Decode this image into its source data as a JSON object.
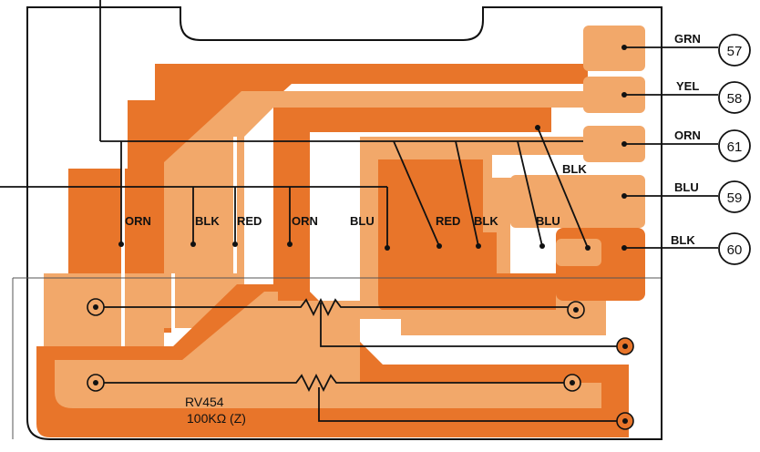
{
  "colors": {
    "trace_dark": "#e8752a",
    "trace_light": "#f2a86a",
    "gap": "#ffffff",
    "ink": "#111111"
  },
  "connectors": [
    {
      "wire": "GRN",
      "number": "57"
    },
    {
      "wire": "YEL",
      "number": "58"
    },
    {
      "wire": "ORN",
      "number": "61"
    },
    {
      "wire": "BLU",
      "number": "59"
    },
    {
      "wire": "BLK",
      "number": "60"
    }
  ],
  "upper_blk_label": "BLK",
  "left_terminals": [
    "ORN",
    "BLK",
    "RED",
    "ORN",
    "BLU"
  ],
  "right_terminals": [
    "RED",
    "BLK",
    "BLU"
  ],
  "part": {
    "ref": "RV454",
    "value": "100KΩ (Z)"
  }
}
